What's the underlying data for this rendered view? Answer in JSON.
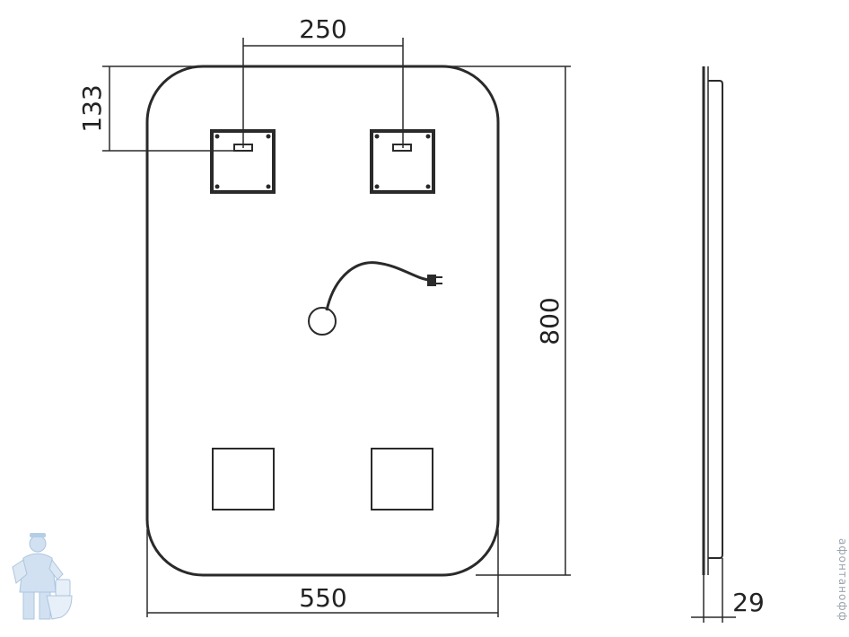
{
  "dimensions": {
    "hole_spacing": "250",
    "top_offset": "133",
    "height": "800",
    "width": "550",
    "depth": "29"
  },
  "watermark": {
    "text": "афонтанофф",
    "mascot_icon": "plumber-mascot-icon"
  },
  "colors": {
    "line": "#2a2a2a",
    "watermark": "#9aa3ad",
    "mascot": "#c9dcef"
  }
}
